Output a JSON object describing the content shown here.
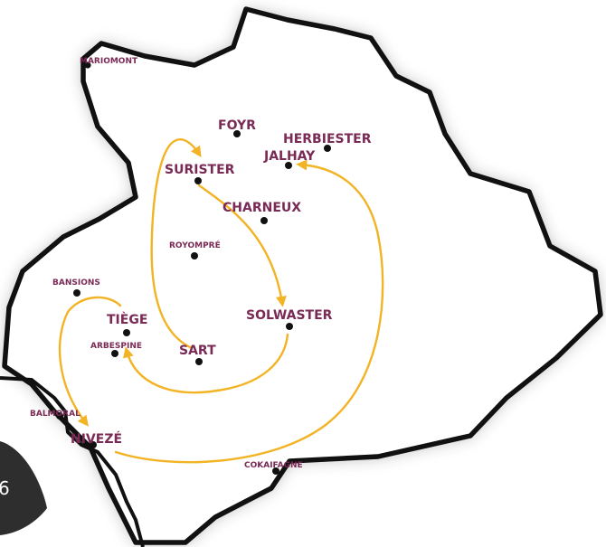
{
  "map": {
    "towns": [
      {
        "id": "mariomont",
        "label": "MARIOMONT",
        "size": "small"
      },
      {
        "id": "foyr",
        "label": "FOYR",
        "size": "big"
      },
      {
        "id": "herbiester",
        "label": "HERBIESTER",
        "size": "big"
      },
      {
        "id": "jalhay",
        "label": "JALHAY",
        "size": "big"
      },
      {
        "id": "surister",
        "label": "SURISTER",
        "size": "big"
      },
      {
        "id": "charneux",
        "label": "CHARNEUX",
        "size": "big"
      },
      {
        "id": "royompre",
        "label": "ROYOMPRÉ",
        "size": "small"
      },
      {
        "id": "bansions",
        "label": "BANSIONS",
        "size": "small"
      },
      {
        "id": "tiege",
        "label": "TIÈGE",
        "size": "big"
      },
      {
        "id": "arbespine",
        "label": "ARBESPINE",
        "size": "small"
      },
      {
        "id": "sart",
        "label": "SART",
        "size": "big"
      },
      {
        "id": "solwaster",
        "label": "SOLWASTER",
        "size": "big"
      },
      {
        "id": "balmoral",
        "label": "BALMORAL",
        "size": "small"
      },
      {
        "id": "niveze",
        "label": "NIVEZÉ",
        "size": "big"
      },
      {
        "id": "cokaifagne",
        "label": "COKAIFAGNE",
        "size": "small"
      }
    ],
    "route_color": "#f2b324",
    "label_color": "#7a2a55",
    "border_color": "#111111"
  },
  "page_badge": {
    "number": "6",
    "color": "#2e2e2e"
  }
}
